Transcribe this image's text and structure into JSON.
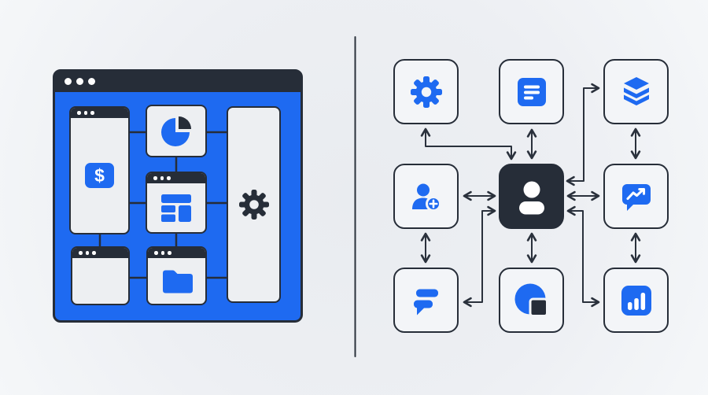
{
  "colors": {
    "blue": "#1e6af1",
    "dark": "#262d38",
    "line": "#2a313c",
    "card": "#f3f5f8",
    "panel": "#edeff2"
  },
  "left_illustration": {
    "name": "app-window-illustration",
    "dollar_label": "$",
    "titlebar_dots": 3,
    "cards": [
      {
        "id": "finance-window",
        "icon": "dollar-icon",
        "has_titlebar": true
      },
      {
        "id": "pie-chart-card",
        "icon": "pie-chart-icon",
        "has_titlebar": false
      },
      {
        "id": "layout-window",
        "icon": "layout-grid-icon",
        "has_titlebar": true
      },
      {
        "id": "settings-panel",
        "icon": "gear-icon",
        "has_titlebar": false
      },
      {
        "id": "blank-window",
        "icon": null,
        "has_titlebar": true
      },
      {
        "id": "folder-window",
        "icon": "folder-icon",
        "has_titlebar": true
      }
    ]
  },
  "right_diagram": {
    "name": "user-network-diagram",
    "center_node": {
      "id": "user-profile",
      "icon": "person-icon"
    },
    "nodes": [
      {
        "id": "settings",
        "icon": "gear-icon",
        "position": "top-left"
      },
      {
        "id": "document",
        "icon": "document-icon",
        "position": "top-center"
      },
      {
        "id": "layers",
        "icon": "layers-stack-icon",
        "position": "top-right"
      },
      {
        "id": "add-user",
        "icon": "user-add-icon",
        "position": "mid-left"
      },
      {
        "id": "chat-analytics",
        "icon": "chat-trend-icon",
        "position": "mid-right"
      },
      {
        "id": "comments",
        "icon": "comments-icon",
        "position": "bottom-left"
      },
      {
        "id": "pie-chart",
        "icon": "pie-square-icon",
        "position": "bottom-center"
      },
      {
        "id": "bar-chart",
        "icon": "bar-chart-icon",
        "position": "bottom-right"
      }
    ],
    "connections": "center node linked to all 8 nodes with double-headed arrows; vertical arrows between outer column nodes"
  },
  "divider": {
    "present": true
  }
}
